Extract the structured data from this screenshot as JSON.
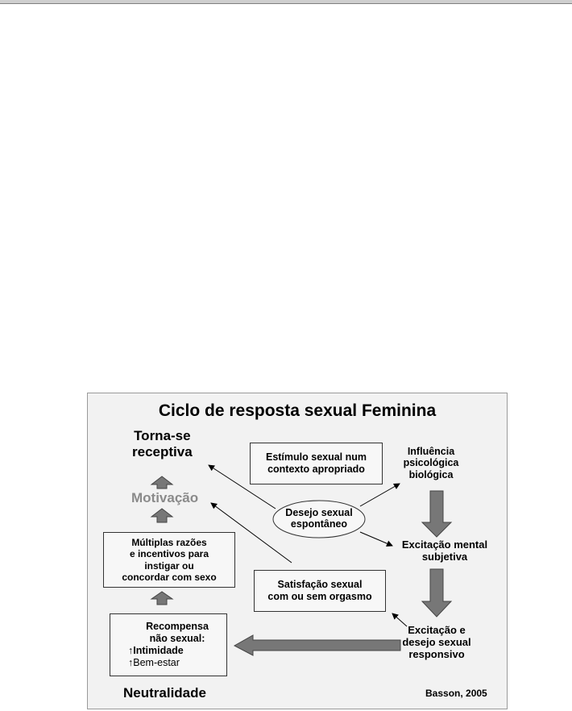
{
  "diagram": {
    "title": "Ciclo de resposta sexual Feminina",
    "receptive": [
      "Torna-se",
      "receptiva"
    ],
    "motivation": "Motivação",
    "reasons": [
      "Múltiplas razões",
      "e incentivos para",
      "instigar ou",
      "concordar com sexo"
    ],
    "stimulus": [
      "Estímulo sexual num",
      "contexto apropriado"
    ],
    "spontaneous": [
      "Desejo sexual",
      "espontâneo"
    ],
    "influence": [
      "Influência",
      "psicológica",
      "biológica"
    ],
    "mental": [
      "Excitação mental",
      "subjetiva"
    ],
    "satisfaction": [
      "Satisfação sexual",
      "com ou sem orgasmo"
    ],
    "responsive": [
      "Excitação e",
      "desejo sexual",
      "responsivo"
    ],
    "reward": {
      "title": [
        "Recompensa",
        "não sexual:"
      ],
      "item1": "↑Intimidade",
      "item2": "↑Bem-estar"
    },
    "neutrality": "Neutralidade",
    "credit": "Basson, 2005"
  },
  "colors": {
    "background": "#f2f2f2",
    "arrow_fill": "#777777",
    "border": "#333333"
  }
}
